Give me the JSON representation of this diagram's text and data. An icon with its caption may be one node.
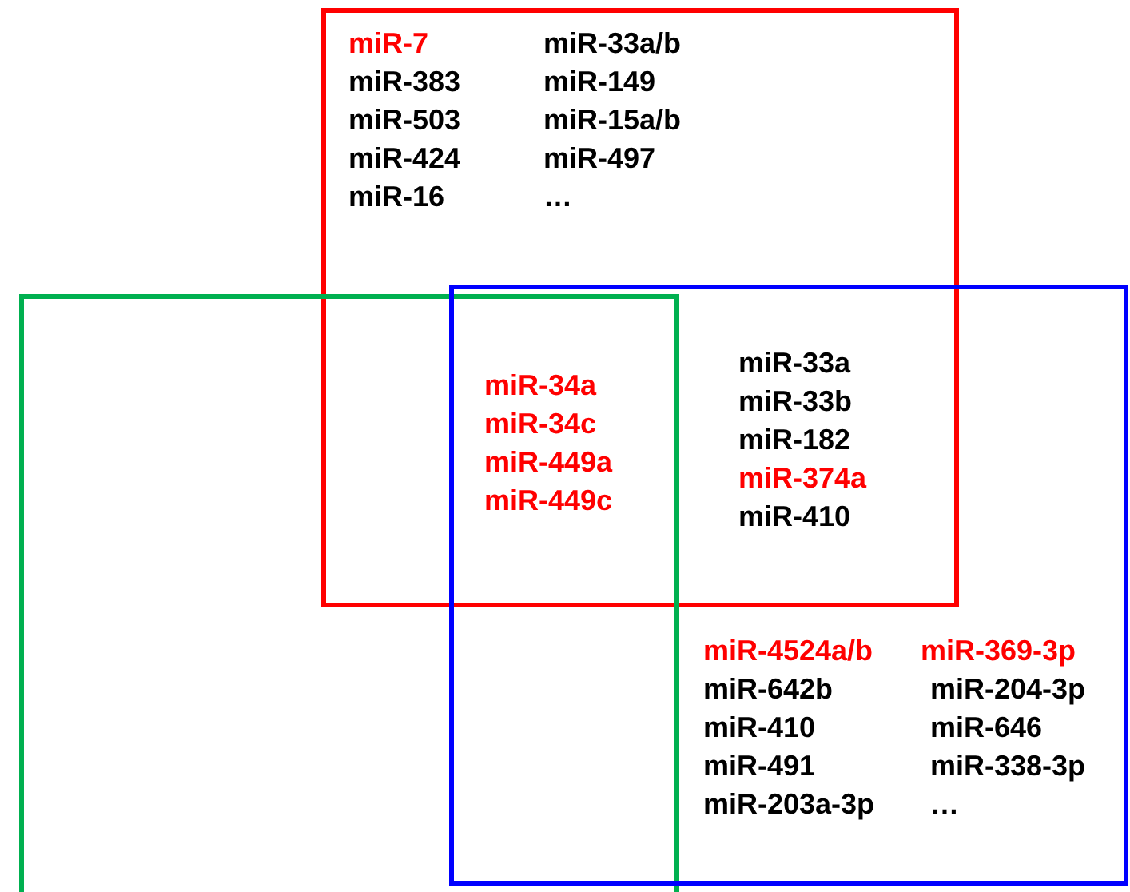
{
  "diagram": {
    "nodes": [
      {
        "text": [],
        "shape": "box"
      },
      {
        "text": [],
        "shape": "box"
      },
      {
        "text": [],
        "shape": "box"
      }
    ],
    "labels": [
      "miR-7",
      "miR-33a/b",
      "miR-383",
      "miR-149",
      "miR-503",
      "miR-15a/b",
      "miR-424",
      "miR-497",
      "miR-16",
      "…",
      "miR-33a",
      "miR-34a",
      "miR-33b",
      "miR-34c",
      "miR-182",
      "miR-449a",
      "miR-374a",
      "miR-449c",
      "miR-410",
      "miR-4524a/b",
      "miR-369-3p",
      "miR-642b",
      "miR-204-3p",
      "miR-410",
      "miR-646",
      "miR-491",
      "miR-338-3p",
      "miR-203a-3p",
      "…"
    ]
  }
}
